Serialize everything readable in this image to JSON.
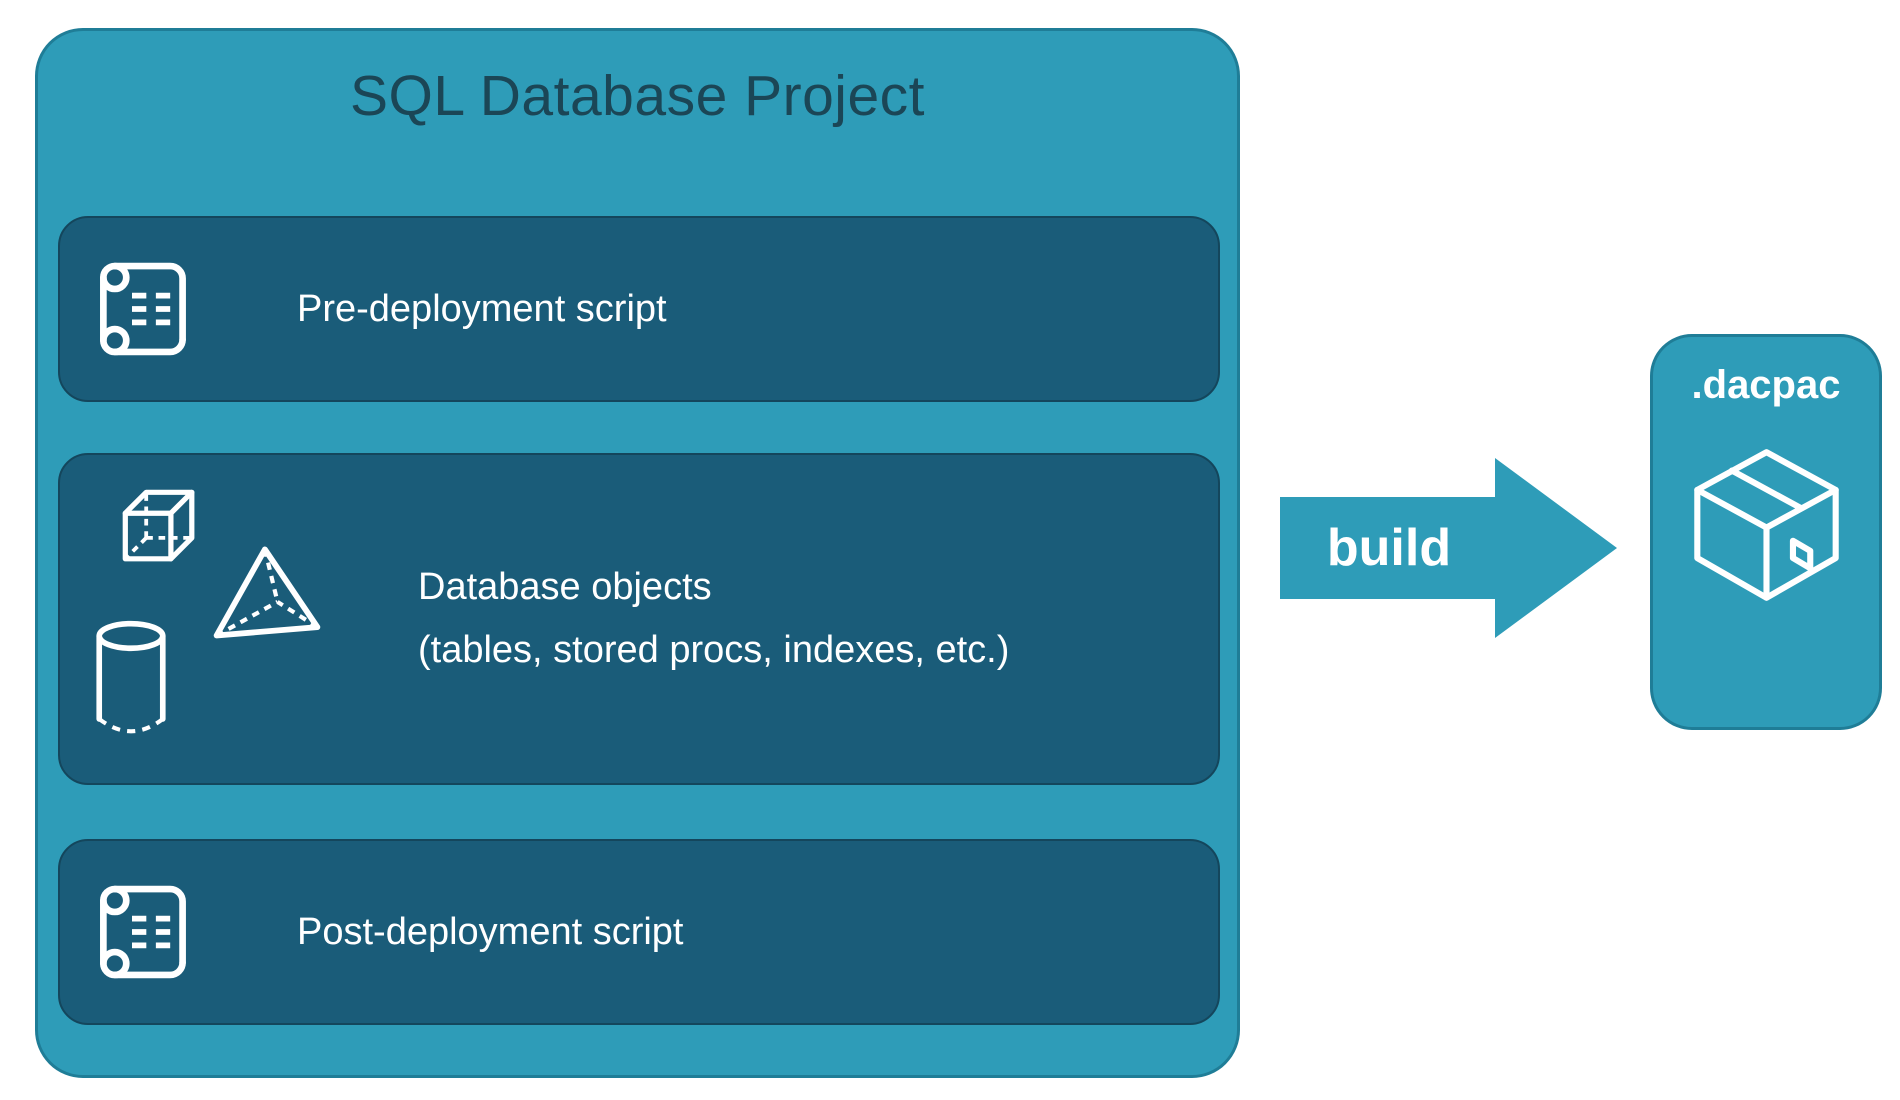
{
  "colors": {
    "page_bg": "#FFFFFF",
    "container_teal": "#2E9CB8",
    "container_border": "#1F7D97",
    "inner_box": "#1A5C79",
    "inner_box_border": "#14465C",
    "title_text": "#1B4656",
    "white": "#FFFFFF"
  },
  "project": {
    "title": "SQL Database Project",
    "pre_script": {
      "label": "Pre-deployment script",
      "icon": "scroll-icon"
    },
    "database_objects": {
      "label_line1": "Database objects",
      "label_line2": "(tables, stored procs, indexes, etc.)",
      "icons": [
        "cube-icon",
        "pyramid-icon",
        "cylinder-icon"
      ]
    },
    "post_script": {
      "label": "Post-deployment script",
      "icon": "scroll-icon"
    }
  },
  "build_arrow": {
    "label": "build",
    "icon": "right-block-arrow"
  },
  "output": {
    "label": ".dacpac",
    "icon": "package-icon"
  }
}
